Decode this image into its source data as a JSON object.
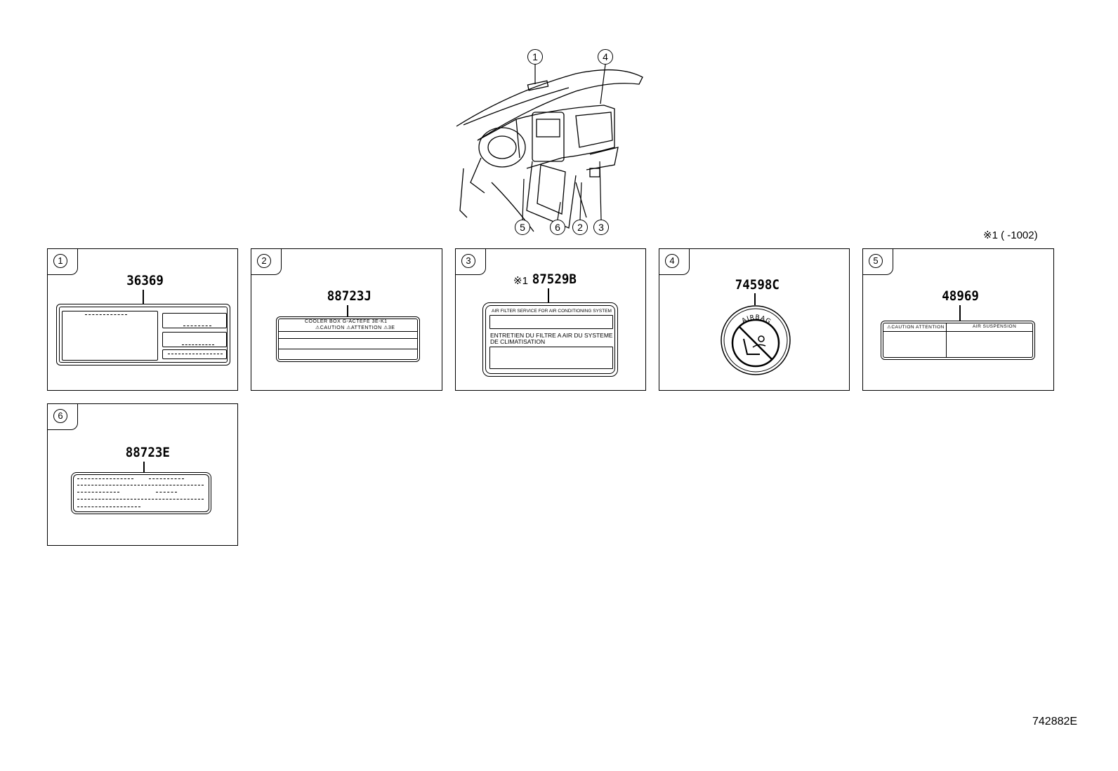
{
  "illustration": {
    "callouts": [
      "1",
      "4",
      "5",
      "6",
      "2",
      "3"
    ]
  },
  "note": "※1 (      -1002)",
  "panels": [
    {
      "index": "1",
      "part_number": "36369"
    },
    {
      "index": "2",
      "part_number": "88723J",
      "label_text": {
        "header": "COOLER BOX  G-ACTEFE  3E-K1",
        "row": "⚠CAUTION    ⚠ATTENTION   ⚠3E"
      }
    },
    {
      "index": "3",
      "marker": "※1",
      "part_number": "87529B",
      "label_text": {
        "line1": "AIR FILTER SERVICE FOR AIR CONDITIONING SYSTEM",
        "line2": "ENTRETIEN DU FILTRE A AIR DU SYSTEME",
        "line3": "DE CLIMATISATION"
      }
    },
    {
      "index": "4",
      "part_number": "74598C",
      "label_text": {
        "arc": "AIRBAG"
      }
    },
    {
      "index": "5",
      "part_number": "48969",
      "label_text": {
        "left": "⚠CAUTION ATTENTION",
        "right": "AIR SUSPENSION"
      }
    },
    {
      "index": "6",
      "part_number": "88723E"
    }
  ],
  "diagram_code": "742882E"
}
